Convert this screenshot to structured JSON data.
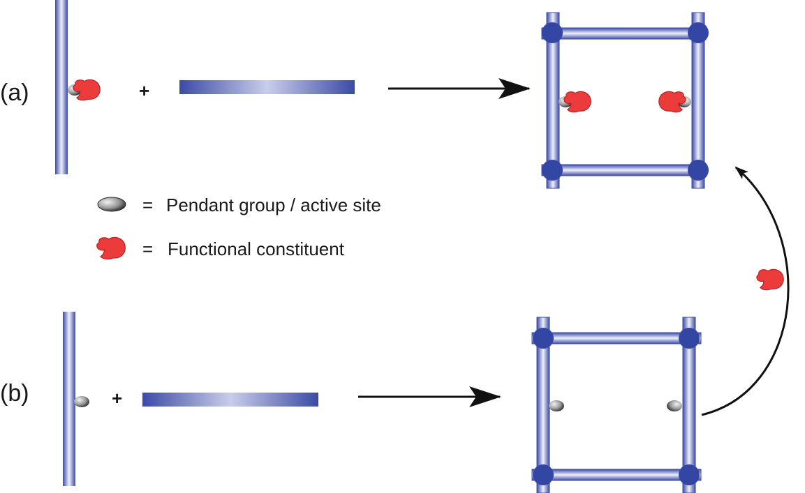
{
  "diagram": {
    "panel_a": {
      "label": "(a)",
      "plus": "+"
    },
    "panel_b": {
      "label": "(b)",
      "plus": "+"
    },
    "legend": {
      "pendant": {
        "eq": "=",
        "text": "Pendant group / active site"
      },
      "functional": {
        "eq": "=",
        "text": "Functional constituent"
      }
    }
  },
  "colors": {
    "rod_edge": "#3b4aa6",
    "rod_highlight": "#eef0fb",
    "node": "#3346a3",
    "functional": "#ec3b3b",
    "functional_edge": "#b81f1f",
    "pendant_dark": "#1c1c1c",
    "pendant_light": "#e4e4e4",
    "arrow": "#111111"
  }
}
